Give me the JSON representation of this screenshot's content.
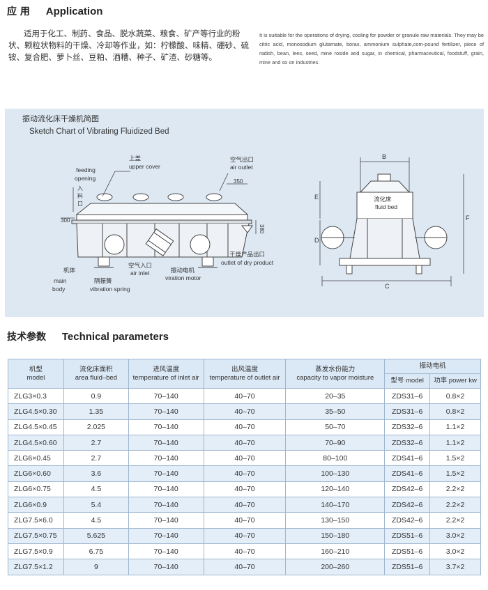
{
  "application": {
    "title_cn": "应 用",
    "title_en": "Application",
    "text_cn": "适用于化工、制药、食品、脱水蔬菜、粮食、矿产等行业的粉状、颗粒状物料的干燥、冷却等作业，如：柠檬酸、味精、硼砂、硫铵、复合肥、萝卜丝、豆粕、酒糟、种子、矿渣、砂糖等。",
    "text_en": "It is suitable for the operations of drying, cooling for powder or granule raw materials. They may be citric acid, monosodium glutamate, borax, ammonium sulphate,com-pound fertilizer, piece of radish, bean, lees, seed, mine roside and sugar, in chemical, pharmaceutical, foodstuff, grain, mine and so on industries."
  },
  "diagram": {
    "title_cn": "振动流化床干燥机简图",
    "title_en": "Sketch Chart of Vibrating Fluidized Bed",
    "labels": {
      "upper_cover_cn": "上盖",
      "upper_cover_en": "upper cover",
      "feeding_en1": "feeding",
      "feeding_en2": "opening",
      "feeding_cn1": "入",
      "feeding_cn2": "料",
      "feeding_cn3": "口",
      "air_outlet_cn": "空气出口",
      "air_outlet_en": "air outlet",
      "dim_350": "350",
      "dim_300": "300",
      "dim_380": "380",
      "body_cn": "机体",
      "body_en1": "main",
      "body_en2": "body",
      "spring_cn": "隔振簧",
      "spring_en": "vibration spring",
      "air_inlet_cn": "空气入口",
      "air_inlet_en": "air inlet",
      "motor_cn": "振动电机",
      "motor_en": "viration motor",
      "dry_outlet_cn": "干燥产品出口",
      "dry_outlet_en": "outlet of dry product",
      "fluid_bed_cn": "流化床",
      "fluid_bed_en": "fluid bed",
      "dim_b": "B",
      "dim_c": "C",
      "dim_d": "D",
      "dim_e": "E",
      "dim_f": "F"
    }
  },
  "technical": {
    "title_cn": "技术参数",
    "title_en": "Technical parameters",
    "headers": {
      "model_cn": "机型",
      "model_en": "model",
      "area_cn": "流化床面积",
      "area_en": "area fluid–bed",
      "inlet_cn": "进风温度",
      "inlet_en": "temperature of inlet air",
      "outlet_cn": "出风温度",
      "outlet_en": "temperature of outlet air",
      "capacity_cn": "蒸发水份能力",
      "capacity_en": "capacity to vapor moisture",
      "motor_cn": "振动电机",
      "motor_model": "型号 model",
      "motor_power": "功率 power kw"
    },
    "rows": [
      [
        "ZLG3×0.3",
        "0.9",
        "70–140",
        "40–70",
        "20–35",
        "ZDS31–6",
        "0.8×2"
      ],
      [
        "ZLG4.5×0.30",
        "1.35",
        "70–140",
        "40–70",
        "35–50",
        "ZDS31–6",
        "0.8×2"
      ],
      [
        "ZLG4.5×0.45",
        "2.025",
        "70–140",
        "40–70",
        "50–70",
        "ZDS32–6",
        "1.1×2"
      ],
      [
        "ZLG4.5×0.60",
        "2.7",
        "70–140",
        "40–70",
        "70–90",
        "ZDS32–6",
        "1.1×2"
      ],
      [
        "ZLG6×0.45",
        "2.7",
        "70–140",
        "40–70",
        "80–100",
        "ZDS41–6",
        "1.5×2"
      ],
      [
        "ZLG6×0.60",
        "3.6",
        "70–140",
        "40–70",
        "100–130",
        "ZDS41–6",
        "1.5×2"
      ],
      [
        "ZLG6×0.75",
        "4.5",
        "70–140",
        "40–70",
        "120–140",
        "ZDS42–6",
        "2.2×2"
      ],
      [
        "ZLG6×0.9",
        "5.4",
        "70–140",
        "40–70",
        "140–170",
        "ZDS42–6",
        "2.2×2"
      ],
      [
        "ZLG7.5×6.0",
        "4.5",
        "70–140",
        "40–70",
        "130–150",
        "ZDS42–6",
        "2.2×2"
      ],
      [
        "ZLG7.5×0.75",
        "5.625",
        "70–140",
        "40–70",
        "150–180",
        "ZDS51–6",
        "3.0×2"
      ],
      [
        "ZLG7.5×0.9",
        "6.75",
        "70–140",
        "40–70",
        "160–210",
        "ZDS51–6",
        "3.0×2"
      ],
      [
        "ZLG7.5×1.2",
        "9",
        "70–140",
        "40–70",
        "200–260",
        "ZDS51–6",
        "3.7×2"
      ]
    ]
  }
}
